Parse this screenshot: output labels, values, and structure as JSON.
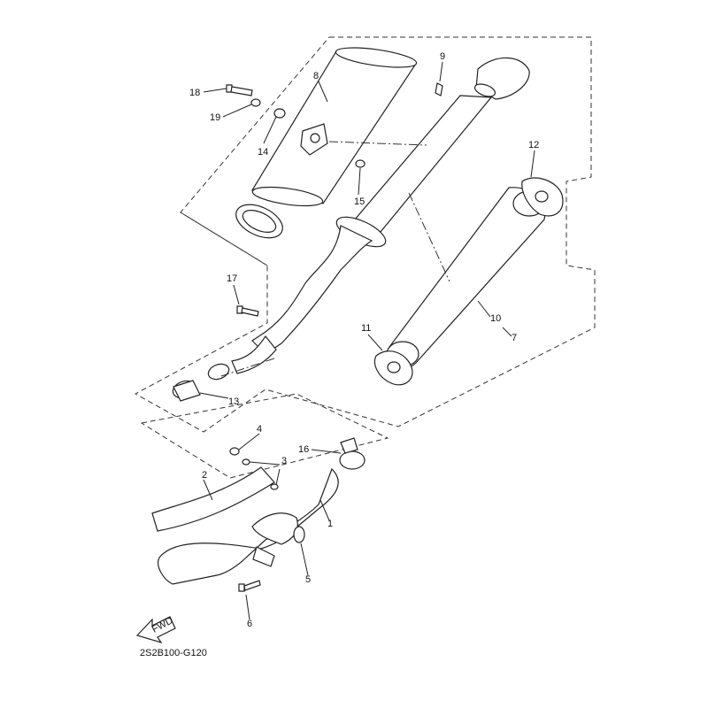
{
  "diagram": {
    "code": "2S2B100-G120",
    "fwd_label": "FWD",
    "callouts": {
      "c1": "1",
      "c2": "2",
      "c3": "3",
      "c4": "4",
      "c5": "5",
      "c6": "6",
      "c7": "7",
      "c8": "8",
      "c9": "9",
      "c10": "10",
      "c11": "11",
      "c12": "12",
      "c13": "13",
      "c14": "14",
      "c15": "15",
      "c16": "16",
      "c17": "17",
      "c18": "18",
      "c19": "19"
    }
  }
}
